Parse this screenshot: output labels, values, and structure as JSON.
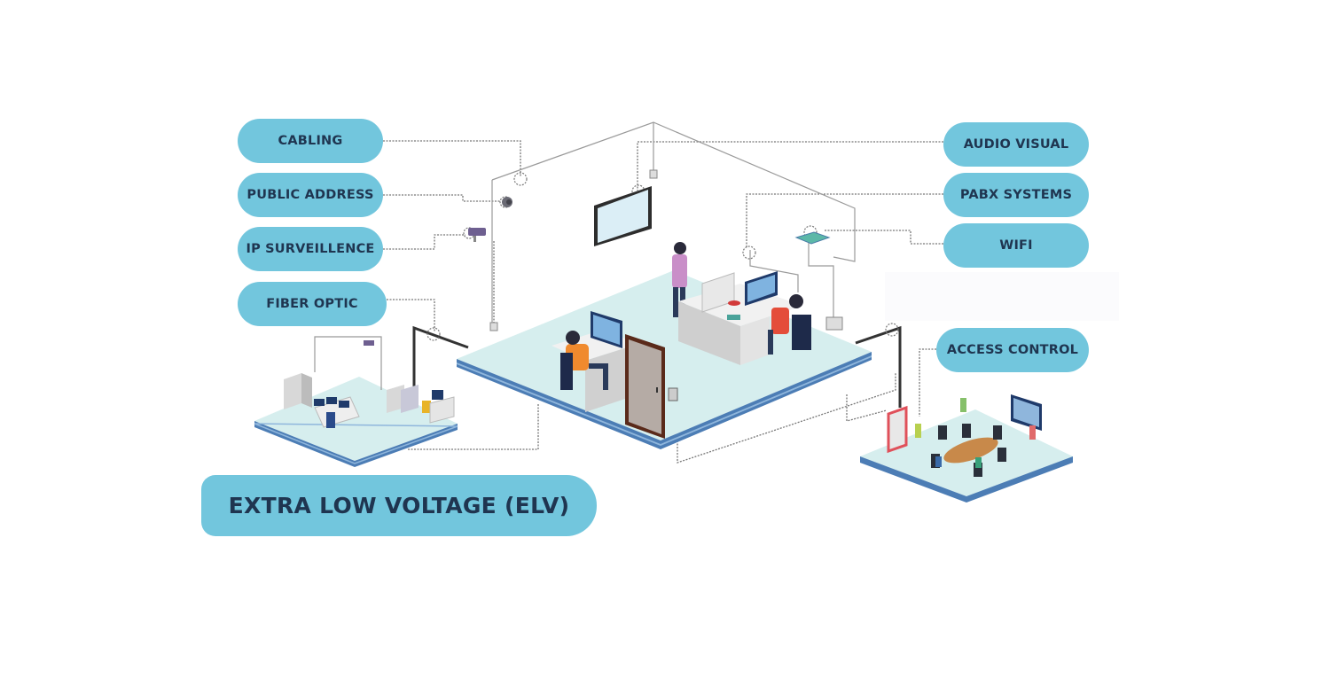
{
  "title": "EXTRA LOW VOLTAGE (ELV)",
  "labels_left": [
    {
      "id": "cabling",
      "label": "CABLING"
    },
    {
      "id": "public-address",
      "label": "PUBLIC ADDRESS"
    },
    {
      "id": "ip-surveillance",
      "label": "IP SURVEILLENCE"
    },
    {
      "id": "fiber-optic",
      "label": "FIBER OPTIC"
    }
  ],
  "labels_right": [
    {
      "id": "audio-visual",
      "label": "AUDIO VISUAL"
    },
    {
      "id": "pabx-systems",
      "label": "PABX SYSTEMS"
    },
    {
      "id": "wifi",
      "label": "WIFI"
    },
    {
      "id": "access-control",
      "label": "ACCESS CONTROL"
    }
  ],
  "illustration": {
    "scenes": [
      "central-office",
      "control-room",
      "meeting-room"
    ],
    "icons": [
      "speaker-icon",
      "cctv-camera-icon",
      "wall-display-icon",
      "wifi-router-icon",
      "network-socket-icon",
      "door-icon",
      "access-reader-icon",
      "server-rack-icon",
      "phone-icon"
    ]
  },
  "colors": {
    "pill": "#72c6dd",
    "pill_text": "#1f3550",
    "floor": "#d6eeee",
    "floor_edge": "#4c7db5",
    "floor_edge_light": "#8fb6dc",
    "line": "#8a8a8a"
  }
}
